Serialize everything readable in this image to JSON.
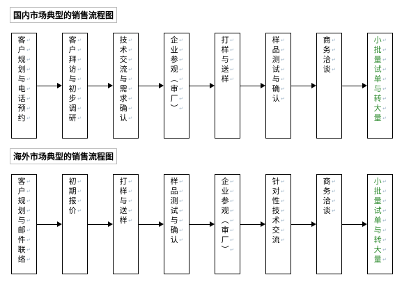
{
  "icons": {
    "line_break_mark": "↵",
    "flow_arrow": "→"
  },
  "colors": {
    "box_border": "#000000",
    "default_text": "#000000",
    "last_step_text": "#2e8b2e",
    "break_mark": "#9fb6c9"
  },
  "flowcharts": [
    {
      "title": "国内市场典型的销售流程图",
      "steps": [
        {
          "label": "客户规划与电话预约"
        },
        {
          "label": "客户拜访与初步调研"
        },
        {
          "label": "技术交流与需求确认"
        },
        {
          "label": "企业参观（审厂）"
        },
        {
          "label": "打样与送样"
        },
        {
          "label": "样品测试与确认"
        },
        {
          "label": "商务洽谈"
        },
        {
          "label": "小批量试单与转大量",
          "color": "#2e8b2e"
        }
      ]
    },
    {
      "title": "海外市场典型的销售流程图",
      "steps": [
        {
          "label": "客户规划与邮件联络"
        },
        {
          "label": "初期报价"
        },
        {
          "label": "打样与送样"
        },
        {
          "label": "样品测试与确认"
        },
        {
          "label": "企业参观（审厂）"
        },
        {
          "label": "针对性技术交流"
        },
        {
          "label": "商务洽谈"
        },
        {
          "label": "小批量试单与转大量",
          "color": "#2e8b2e"
        }
      ]
    }
  ]
}
